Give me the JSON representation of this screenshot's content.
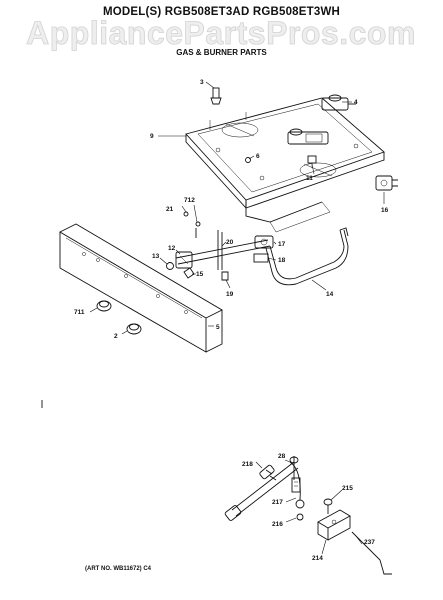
{
  "watermark": "AppliancePartsPros.com",
  "header": {
    "model_line": "MODEL(S) RGB508ET3AD  RGB508ET3WH",
    "subtitle": "GAS & BURNER PARTS"
  },
  "footer": {
    "art_no": "(ART NO. WB11672) C4"
  },
  "callouts": {
    "c3": "3",
    "c4": "4",
    "c9": "9",
    "c6": "6",
    "c11": "11",
    "c16": "16",
    "c712": "712",
    "c21": "21",
    "c20": "20",
    "c17": "17",
    "c18": "18",
    "c12": "12",
    "c13": "13",
    "c15": "15",
    "c19": "19",
    "c14": "14",
    "c711": "711",
    "c5": "5",
    "c2": "2",
    "c28": "28",
    "c218": "218",
    "c215": "215",
    "c217": "217",
    "c216": "216",
    "c214": "214",
    "c237": "237"
  }
}
